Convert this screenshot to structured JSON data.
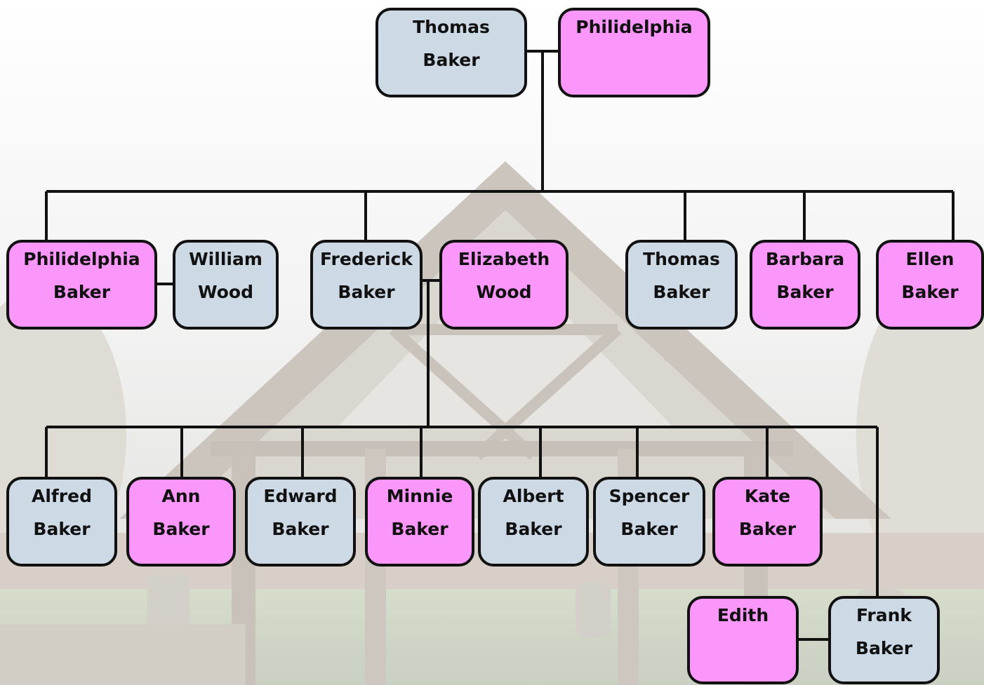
{
  "colors": {
    "male": "#cddae6",
    "female": "#fb96fb",
    "line": "#111111"
  },
  "background": "faded photograph of a wooden lychgate with a churchyard behind it",
  "people": {
    "thomas_sr": {
      "first": "Thomas",
      "last": "Baker",
      "color": "male"
    },
    "philidelphia_sr": {
      "first": "Philidelphia",
      "last": "",
      "color": "female"
    },
    "philidelphia_baker": {
      "first": "Philidelphia",
      "last": "Baker",
      "color": "female"
    },
    "william_wood": {
      "first": "William",
      "last": "Wood",
      "color": "male"
    },
    "frederick_baker": {
      "first": "Frederick",
      "last": "Baker",
      "color": "male"
    },
    "elizabeth_wood": {
      "first": "Elizabeth",
      "last": "Wood",
      "color": "female"
    },
    "thomas_baker": {
      "first": "Thomas",
      "last": "Baker",
      "color": "male"
    },
    "barbara_baker": {
      "first": "Barbara",
      "last": "Baker",
      "color": "female"
    },
    "ellen_baker": {
      "first": "Ellen",
      "last": "Baker",
      "color": "female"
    },
    "alfred_baker": {
      "first": "Alfred",
      "last": "Baker",
      "color": "male"
    },
    "ann_baker": {
      "first": "Ann",
      "last": "Baker",
      "color": "female"
    },
    "edward_baker": {
      "first": "Edward",
      "last": "Baker",
      "color": "male"
    },
    "minnie_baker": {
      "first": "Minnie",
      "last": "Baker",
      "color": "female"
    },
    "albert_baker": {
      "first": "Albert",
      "last": "Baker",
      "color": "male"
    },
    "spencer_baker": {
      "first": "Spencer",
      "last": "Baker",
      "color": "male"
    },
    "kate_baker": {
      "first": "Kate",
      "last": "Baker",
      "color": "female"
    },
    "edith": {
      "first": "Edith",
      "last": "",
      "color": "female"
    },
    "frank_baker": {
      "first": "Frank",
      "last": "Baker",
      "color": "male"
    }
  },
  "marriages": [
    [
      "thomas_sr",
      "philidelphia_sr"
    ],
    [
      "philidelphia_baker",
      "william_wood"
    ],
    [
      "frederick_baker",
      "elizabeth_wood"
    ],
    [
      "edith",
      "frank_baker"
    ]
  ],
  "families": [
    {
      "parents": [
        "thomas_sr",
        "philidelphia_sr"
      ],
      "children": [
        "philidelphia_baker",
        "frederick_baker",
        "thomas_baker",
        "barbara_baker",
        "ellen_baker"
      ]
    },
    {
      "parents": [
        "frederick_baker",
        "elizabeth_wood"
      ],
      "children": [
        "alfred_baker",
        "ann_baker",
        "edward_baker",
        "minnie_baker",
        "albert_baker",
        "spencer_baker",
        "kate_baker",
        "frank_baker"
      ]
    }
  ]
}
